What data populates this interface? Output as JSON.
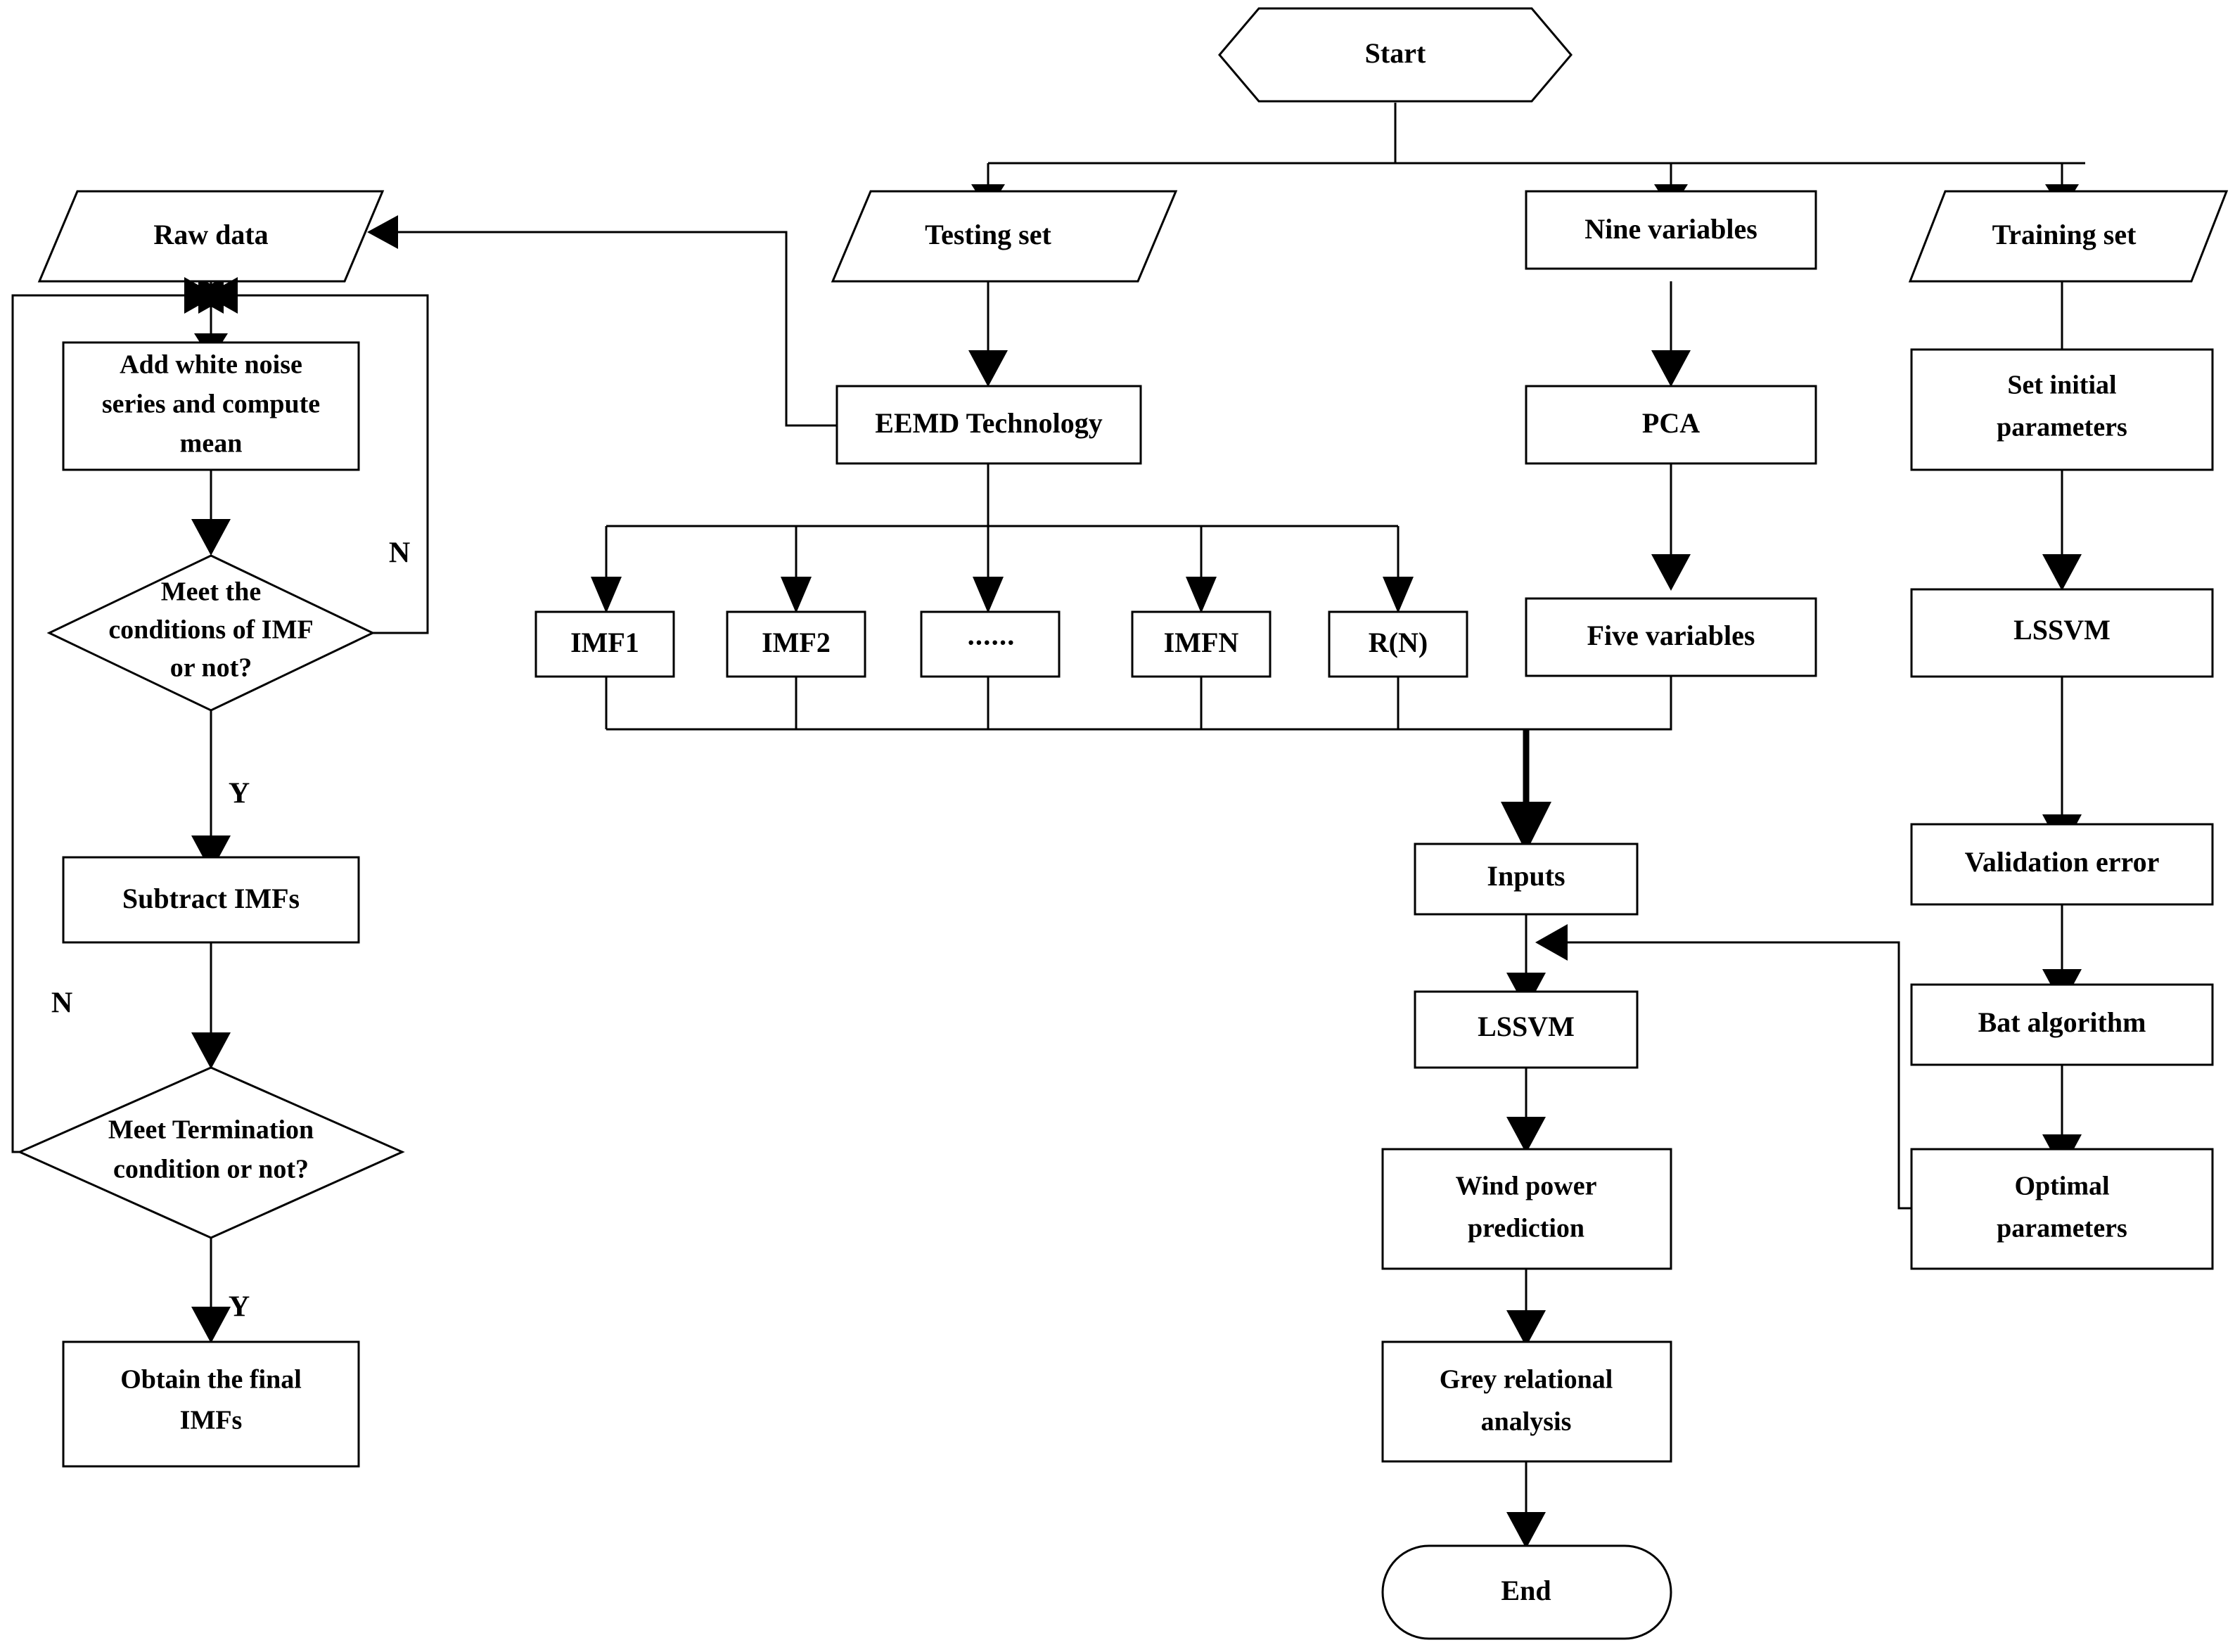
{
  "diagram": {
    "title": "Wind power prediction model flowchart",
    "colors": {
      "stroke": "#000000",
      "fill": "#ffffff",
      "text": "#000000"
    },
    "nodes": {
      "start": {
        "label": "Start",
        "shape": "hexagon"
      },
      "raw_data": {
        "label": "Raw data",
        "shape": "parallelogram"
      },
      "add_white_noise": {
        "label_line1": "Add white noise",
        "label_line2": "series and compute",
        "label_line3": "mean",
        "shape": "rectangle"
      },
      "meet_imf_conditions": {
        "label_line1": "Meet the",
        "label_line2": "conditions of IMF",
        "label_line3": "or not?",
        "shape": "diamond"
      },
      "subtract_imfs": {
        "label": "Subtract IMFs",
        "shape": "rectangle"
      },
      "meet_termination": {
        "label_line1": "Meet Termination",
        "label_line2": "condition or not?",
        "shape": "diamond"
      },
      "obtain_final_imfs": {
        "label_line1": "Obtain the final",
        "label_line2": "IMFs",
        "shape": "rectangle"
      },
      "testing_set": {
        "label": "Testing set",
        "shape": "parallelogram"
      },
      "eemd_technology": {
        "label": "EEMD Technology",
        "shape": "rectangle"
      },
      "imf1": {
        "label": "IMF1",
        "shape": "rectangle"
      },
      "imf2": {
        "label": "IMF2",
        "shape": "rectangle"
      },
      "imf_ellipsis": {
        "label": "······",
        "shape": "rectangle"
      },
      "imfn": {
        "label": "IMFN",
        "shape": "rectangle"
      },
      "rn": {
        "label": "R(N)",
        "shape": "rectangle"
      },
      "nine_variables": {
        "label": "Nine variables",
        "shape": "rectangle"
      },
      "pca": {
        "label": "PCA",
        "shape": "rectangle"
      },
      "five_variables": {
        "label": "Five variables",
        "shape": "rectangle"
      },
      "training_set": {
        "label": "Training set",
        "shape": "parallelogram"
      },
      "set_initial_parameters": {
        "label_line1": "Set initial",
        "label_line2": "parameters",
        "shape": "rectangle"
      },
      "lssvm_right": {
        "label": "LSSVM",
        "shape": "rectangle"
      },
      "validation_error": {
        "label": "Validation error",
        "shape": "rectangle"
      },
      "bat_algorithm": {
        "label": "Bat algorithm",
        "shape": "rectangle"
      },
      "optimal_parameters": {
        "label_line1": "Optimal",
        "label_line2": "parameters",
        "shape": "rectangle"
      },
      "inputs": {
        "label": "Inputs",
        "shape": "rectangle"
      },
      "lssvm_center": {
        "label": "LSSVM",
        "shape": "rectangle"
      },
      "wind_power_prediction": {
        "label_line1": "Wind power",
        "label_line2": "prediction",
        "shape": "rectangle"
      },
      "grey_relational_analysis": {
        "label_line1": "Grey relational",
        "label_line2": "analysis",
        "shape": "rectangle"
      },
      "end": {
        "label": "End",
        "shape": "stadium"
      }
    },
    "edge_labels": {
      "imf_condition_no": "N",
      "imf_condition_yes": "Y",
      "termination_no": "N",
      "termination_yes": "Y"
    }
  }
}
